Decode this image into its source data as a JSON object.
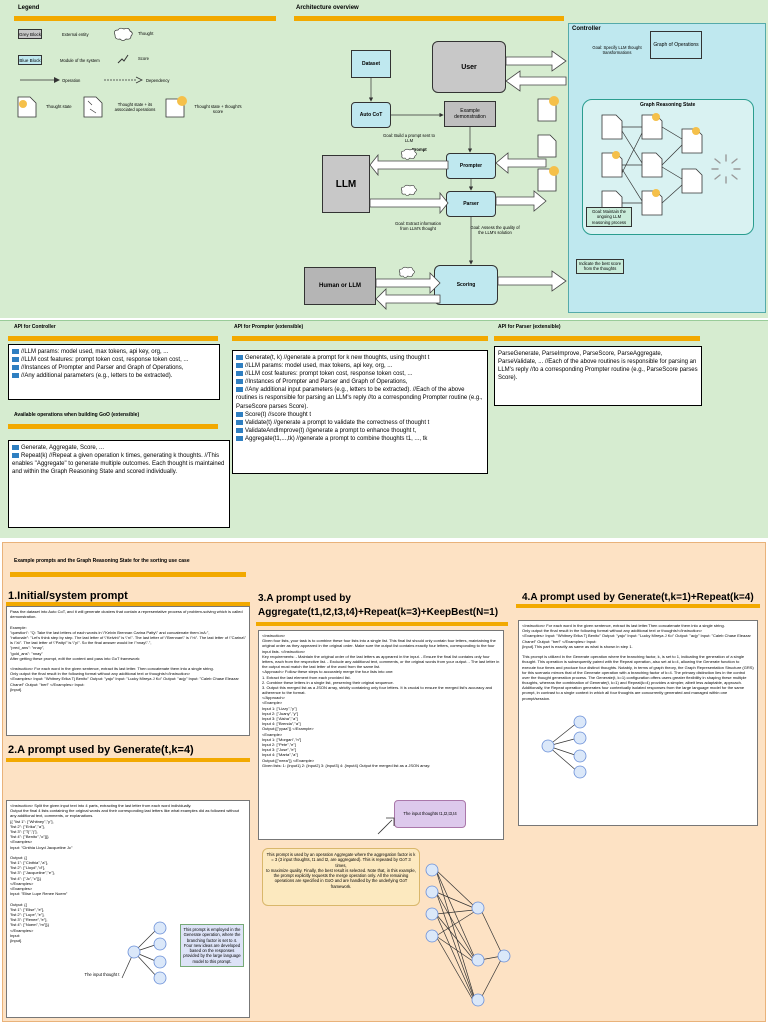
{
  "legend": {
    "title": "Legend",
    "grey_block": "Grey Block",
    "external_entity": "External entity",
    "blue_block": "Blue Block",
    "module": "Module of the system",
    "thought": "Thought",
    "score": "Score",
    "operation": "Operation",
    "dependency": "Dependency",
    "thought_state": "Thought state",
    "thought_state_ops": "Thought state + its associated operations",
    "thought_state_score": "Thought state + thought's score"
  },
  "arch": {
    "title": "Architecture overview",
    "controller": "Controller",
    "goal_specify": "Goal: Specify LLM thought transformations",
    "graph_of_ops": "Graph of Operations",
    "grs": "Graph Reasoning State",
    "dataset": "Dataset",
    "user": "User",
    "auto_cot": "Auto CoT",
    "example_demo": "Example demonstration",
    "goal_prompt": "Goal: Build a prompt sent to LLM",
    "prompt_label": "Prompt",
    "prompter": "Prompter",
    "llm": "LLM",
    "parser": "Parser",
    "goal_extract": "Goal: Extract information from LLM's thought",
    "goal_assess": "Goal: Assess the quality of the LLM's solution",
    "goal_maintain": "Goal: Maintain the ongoing LLM reasoning process",
    "human_llm": "Human or LLM",
    "scoring": "Scoring",
    "best_score": "Indicate the best score from the thoughts"
  },
  "api": {
    "controller_title": "API for Controller",
    "controller_lines": [
      "//LLM params: model used, max tokens, api key, org, ...",
      "//LLM cost features: prompt token cost, response token cost, ...",
      "//Instances of Prompter and Parser and Graph of Operations,",
      "//Any additional parameters (e.g., letters to be extracted)."
    ],
    "ops_title": "Available operations when building GoO (extensible)",
    "ops_lines": [
      "Generate, Aggregate, Score, ...",
      "Repeat(k) //Repeat a given operation k times, generating k thoughts. //This enables \"Aggregate\" to generate multiple outcomes. Each thought is maintained and within the Graph Reasoning State and scored individually."
    ],
    "prompter_title": "API for Prompter (extensible)",
    "prompter_lines": [
      "Generate(t, k) //generate a prompt for k new thoughts, using thought t",
      "//LLM params: model used, max tokens, api key, org, ...",
      "//LLM cost features: prompt token cost, response token cost, ...",
      "//Instances of Prompter and Parser and Graph of Operations,",
      "//Any additional input parameters (e.g., letters to be extracted). //Each of the above routines is responsible for parsing an LLM's reply //to a corresponding Prompter routine (e.g., ParseScore parses Score).",
      "Score(t) //score thought t",
      "Validate(t) //generate a prompt to validate the correctness of thought t",
      "ValidateAndImprove(t) //generate a prompt to enhance thought t,",
      "Aggregate(t1,...,tk) //generate a prompt to combine thoughts t1, ..., tk"
    ],
    "parser_title": "API for Parser (extensible)",
    "parser_text": "ParseGenerate, ParseImprove, ParseScore, ParseAggregate, ParseValidate, ... //Each of the above routines is responsible for parsing an LLM's reply //to a corresponding Prompter routine (e.g., ParseScore parses Score)."
  },
  "examples": {
    "title": "Example prompts and the Graph Reasoning State for the sorting use case",
    "s1_title": "1.Initial/system prompt",
    "s1_text": "Pass the dataset into Auto CoT, and it will generate clusters that contain a representative process of problem-solving which is called demonstration.\n\nExample:\n\"question\": \"Q: Take the last letters of each words in \\\"Kelvin Brennan Carina Patty\\\" and concatenate them.\\nA:\",\n\"rationale\": \"Let's think step by step. The last letter of \\\"Kelvin\\\" is \\\"n\\\". The last letter of \\\"Brennan\\\" is \\\"n\\\". The last letter of \\\"Carina\\\" is \\\"a\\\". The last letter of \\\"Patty\\\" is \\\"y\\\". So the final answer would be \\\"nnay\\\".\",\n\"pred_ans\": \"nnay\",\n\"gold_ans\": \"nnay\"\nAfter getting these prompt, edit the content and pass into GoT framework:\n\n<Instruction> For each word in the given sentence, extract its last letter. Then concatenate them into a single string.\nOnly output the final result in the following format without any additional text or thoughts!</Instruction>\n<Examples> Input: \"Whitney Erika Tj Benito\" Output: \"yajo\" Input: \"Lucky Mireya J Ko\" Output: \"acjy\" Input: \"Caleb Chase Eleazar Chanel\" Output: \"berl\" </Examples> Input:\n{input}",
    "s2_title": "2.A prompt used by Generate(t,k=4)",
    "s2_text": "<Instruction> Split the given input text into 4 parts, extracting the last letter from each word individually.\nOutput the final 4 lists containing the original words and their corresponding last letters like what examples did as followed without any additional text, comments, or explanations.\n{{ \"list 1\": [\"Whitney\",\"y\"],\n\"list 2\": [\"Erika\",\"a\"],\n\"list 3\": [\"Tj\",\"j\"],\n\"list 4\": [\"Benito\",\"o\"]}}\n<Examples>\nInput: \"Cinthia Lloyd Jacqueline Jc\"\n\nOutput: {{\n\"list 1\": [\"Cinthia\",\"a\"],\n\"list 2\": [\"Lloyd\",\"d\"],\n\"list 3\": [\"Jacqueline\",\"e\"],\n\"list 4\": [\"Jc\",\"c\"]}}\n</Examples>\n<Examples>\nInput: \"Elise Lupe Renee Noem\"\n\nOutput: {{\n\"list 1\": [\"Elise\",\"e\"],\n\"list 2\": [\"Lupe\",\"e\"],\n\"list 3\": [\"Renee\",\"e\"],\n\"list 4\": [\"Noem\",\"m\"]}}\n</Examples>\nInput:\n{input}",
    "s2_note": "This prompt is employed in the Generate operation, where the branching factor is set to 4. Four new ideas are developed based on the responses provided by the large language model to this prompt.",
    "s2_input_label": "The input thought t",
    "s3_title": "3.A prompt used by Aggregate(t1,t2,t3,t4)+Repeat(k=3)+KeepBest(N=1)",
    "s3_text": "<Instruction>\nGiven four lists, your task is to combine these four lists into a single list. This final list should only contain four letters, maintaining the original order as they appeared in the original order. Make sure the output list contains exactly four letters, corresponding to the four input lists. </Instruction>\nKey requirements: - Maintain the original order of the last letters as appeared in the input. - Ensure the final list contains only four letters, each from the respective list. - Exclude any additional text, comments, or the original words from your output. - The last letter in the output must match the last letter of the word from the same list.\n<Approach> Follow these steps to accurately merge the four lists into one:\n1. Extract the last element from each provided list.\n2. Combine these letters in a single list, preserving their original sequence.\n3. Output this merged list as a JSON array, strictly containing only four letters. It is crucial to ensure the merged list's accuracy and adherence to the format.\n</Approach>\n<Example>\nInput 1: [\"Lizzy\",\"y\"]\nInput 2: [\"Juany\",\"y\"]\nInput 3: [\"Aisha\",\"a\"]\nInput 4: [\"Brenda\",\"a\"]\nOutput:{[\"yyaa\"]} </Example>\n<Example>\nInput 1: [\"Morgan\",\"n\"]\nInput 2: [\"Pete\",\"e\"]\nInput 3: [\"Jose\",\"e\"]\nInput 4: [\"Marta\",\"a\"]\nOutput:{[\"neea\"]} </Example>\nGiven lists: 1: {input1} 2: {input2} 3: {input3} 4: {input4} Output the merged list as a JSON array: ",
    "s3_input_label": "The input thoughts t1,t2,t3,t4",
    "s3_note": "This prompt is used by an operation Aggregate where the aggregation factor is k = 3 (3 input thoughts, t1 and t2, are aggregated). This is repeated by GoT 3 times,\nto maximize quality. Finally, the best result is selected. Note that, in this example, the prompt explicitly requests the merge operation only. All the remaining operations are specified in GoO and are handled by the underlying GoT framework.",
    "s4_title": "4.A prompt used by Generate(t,k=1)+Repeat(k=4)",
    "s4_text": "<Instruction> For each word in the given sentence, extract its last letter.Then concatenate them into a single string.\nOnly output the final result in the following format without any additional text or thoughts!</Instruction>\n<Examples> Input: \"Whitney Erika Tj Benito\" Output: \"yajo\" Input: \"Lucky Mireya J Ko\" Output: \"acjy\" Input: \"Caleb Chase Eleazar Chanel\" Output: \"berl\" </Examples> Input:\n{input} This part is exactly as same as what is shown in step 1.\n\nThis prompt is utilized in the Generate operation where the branching factor, k, is set to 1, indicating the generation of a single thought. This operation is subsequently paired with the Repeat operation, also set at k=4, allowing the Generate function to execute four times and produce four distinct thoughts. Notably, in terms of graph theory, the Graph Representation Structure (GRS) for this scenario mirrors that of the Generate operation with a branching factor of k=4. The primary distinction lies in the control over the thought generation process. The Generate(t, k=1) configuration offers users greater flexibility in shaping these multiple thoughts, whereas the combination of Generate(t, k=1) and Repeat(k=4) provides a simpler, albeit less adaptable, approach. Additionally, the Repeat operation generates four contextually isolated responses from the large language model for the same prompt, in contrast to a single context in which all four thoughts are concurrently generated and managed within one prompt/session."
  }
}
